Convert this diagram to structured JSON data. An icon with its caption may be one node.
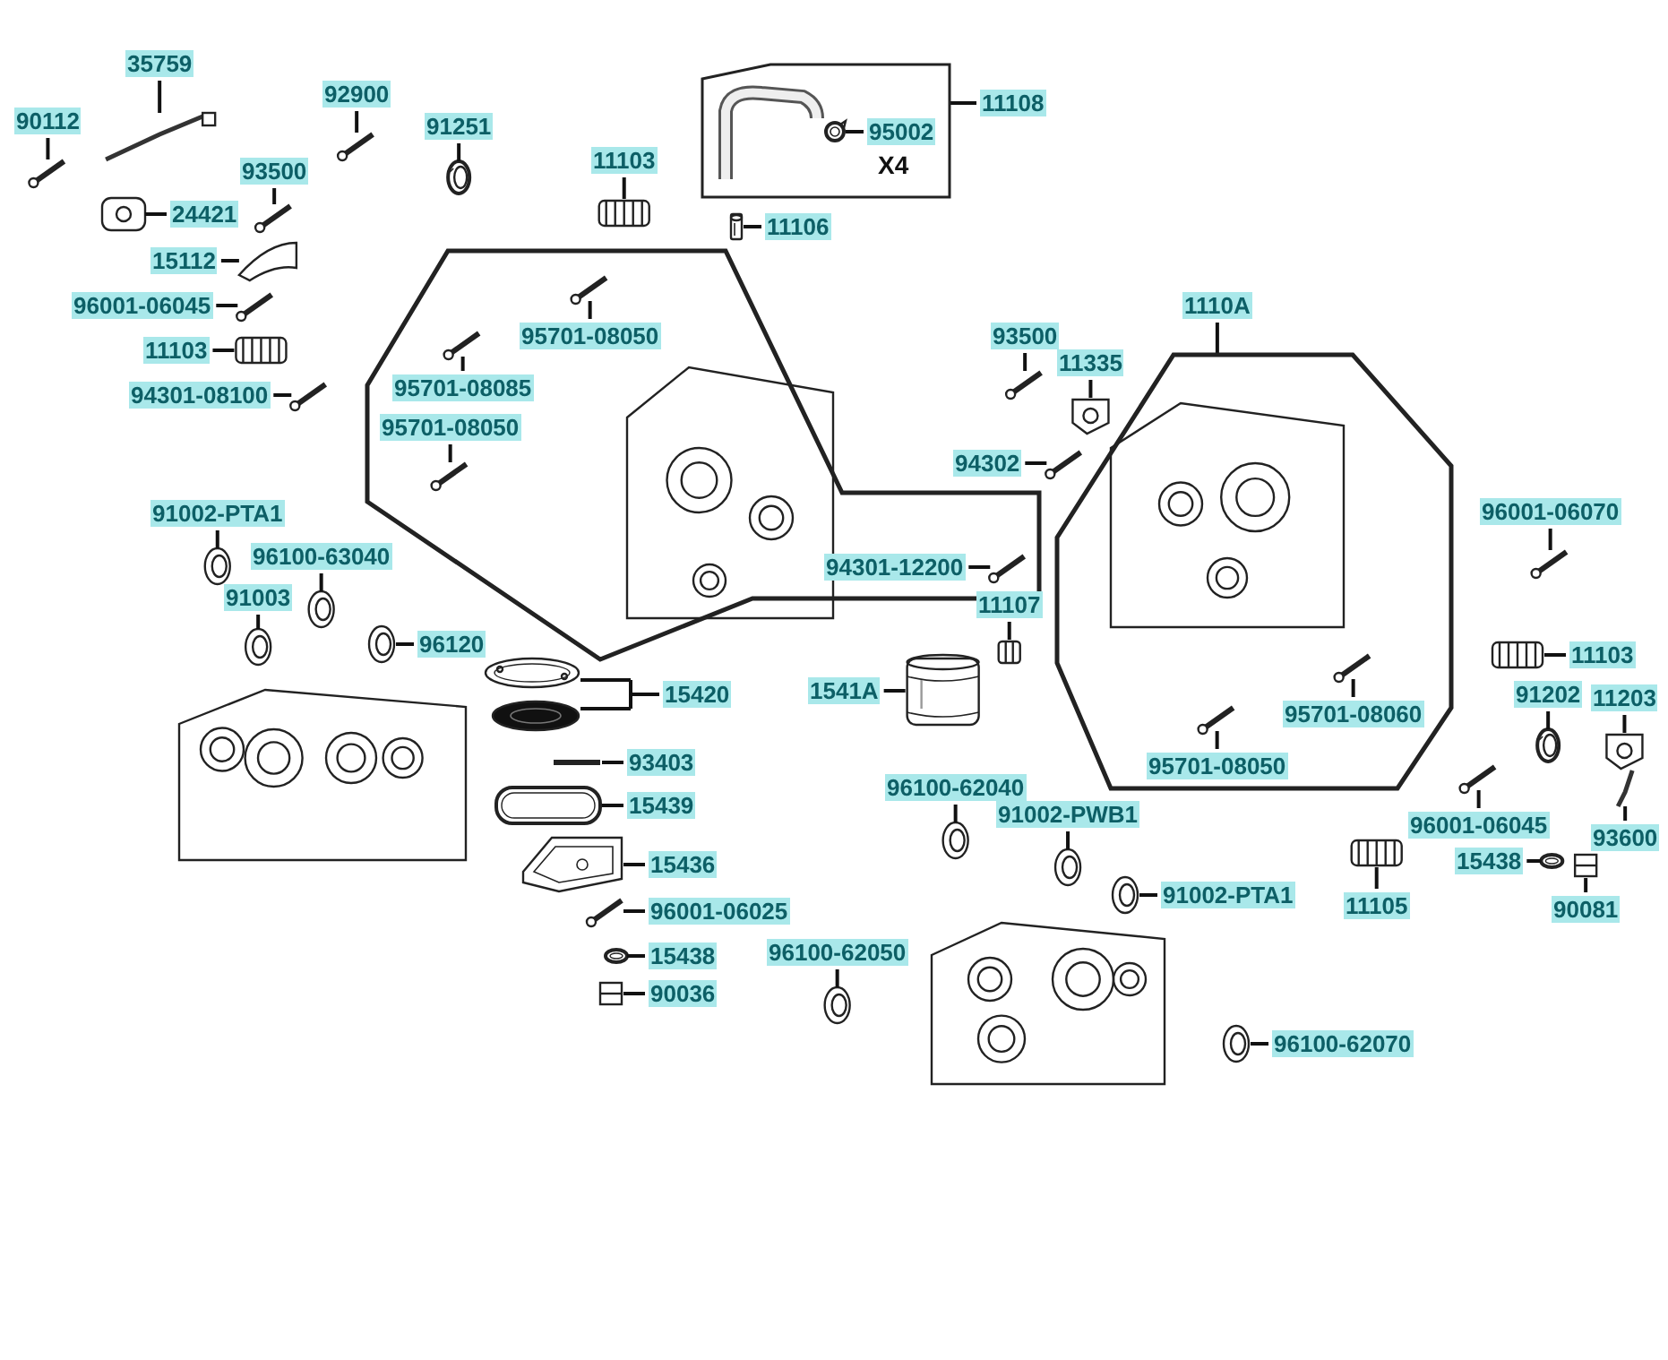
{
  "diagram": {
    "nodes": [
      {
        "text": [],
        "shape": "box"
      },
      {
        "text": [],
        "shape": "polygon"
      },
      {
        "text": [
          "35759"
        ]
      },
      {
        "text": [
          "90112"
        ]
      },
      {
        "text": [
          "92900"
        ]
      },
      {
        "text": [
          "91251"
        ]
      },
      {
        "text": [
          "93500"
        ]
      },
      {
        "text": [
          "24421"
        ]
      },
      {
        "text": [
          "15112"
        ]
      },
      {
        "text": [
          "96001-06045"
        ]
      },
      {
        "text": [
          "11103"
        ]
      },
      {
        "text": [
          "11106"
        ]
      },
      {
        "text": [
          "11108"
        ]
      },
      {
        "text": [
          "95002"
        ],
        "in": 0
      },
      {
        "text": [
          "11103"
        ]
      },
      {
        "text": [
          "94301-08100"
        ]
      },
      {
        "text": [
          "95701-08050"
        ],
        "in": 103
      },
      {
        "text": [
          "95701-08085"
        ],
        "in": 103
      },
      {
        "text": [
          "95701-08050"
        ],
        "in": 103
      },
      {
        "text": [
          "93500"
        ]
      },
      {
        "text": [
          "11335"
        ]
      },
      {
        "text": [
          "1110A"
        ]
      },
      {
        "text": [
          "94302"
        ]
      },
      {
        "text": [
          "94301-12200"
        ],
        "in": 103
      },
      {
        "text": [
          "96001-06070"
        ]
      },
      {
        "text": [
          "91002-PTA1"
        ]
      },
      {
        "text": [
          "96100-63040"
        ]
      },
      {
        "text": [
          "91003"
        ]
      },
      {
        "text": [
          "96120"
        ]
      },
      {
        "text": [
          "11107"
        ]
      },
      {
        "text": [
          "15420"
        ]
      },
      {
        "text": [
          "1541A"
        ]
      },
      {
        "text": [
          "11103"
        ]
      },
      {
        "text": [
          "91202"
        ]
      },
      {
        "text": [
          "11203"
        ]
      },
      {
        "text": [
          "95701-08060"
        ],
        "in": 1
      },
      {
        "text": [
          "93403"
        ]
      },
      {
        "text": [
          "95701-08050"
        ],
        "in": 1
      },
      {
        "text": [
          "15439"
        ]
      },
      {
        "text": [
          "96100-62040"
        ]
      },
      {
        "text": [
          "91002-PWB1"
        ]
      },
      {
        "text": [
          "15436"
        ]
      },
      {
        "text": [
          "96001-06045"
        ]
      },
      {
        "text": [
          "15438"
        ]
      },
      {
        "text": [
          "93600"
        ]
      },
      {
        "text": [
          "91002-PTA1"
        ]
      },
      {
        "text": [
          "90081"
        ]
      },
      {
        "text": [
          "11105"
        ]
      },
      {
        "text": [
          "96001-06025"
        ]
      },
      {
        "text": [
          "15438"
        ]
      },
      {
        "text": [
          "96100-62050"
        ]
      },
      {
        "text": [
          "90036"
        ]
      },
      {
        "text": [
          "96100-62070"
        ]
      },
      {
        "text": [],
        "shape": "picture"
      },
      {
        "text": [],
        "shape": "picture"
      },
      {
        "text": [],
        "shape": "picture"
      },
      {
        "text": [],
        "shape": "picture"
      },
      {
        "text": [],
        "shape": "picture"
      },
      {
        "text": [],
        "shape": "picture"
      },
      {
        "text": [],
        "shape": "picture"
      },
      {
        "text": [],
        "shape": "picture"
      },
      {
        "text": [],
        "shape": "picture"
      },
      {
        "text": [],
        "shape": "picture"
      },
      {
        "text": [],
        "shape": "picture",
        "in": 0
      },
      {
        "text": [],
        "shape": "picture"
      },
      {
        "text": [],
        "shape": "picture"
      },
      {
        "text": [],
        "shape": "picture",
        "in": 103
      },
      {
        "text": [],
        "shape": "picture",
        "in": 103
      },
      {
        "text": [],
        "shape": "picture",
        "in": 103
      },
      {
        "text": [],
        "shape": "picture"
      },
      {
        "text": [],
        "shape": "picture"
      },
      {
        "text": [],
        "shape": "picture"
      },
      {
        "text": [],
        "shape": "picture",
        "in": 103
      },
      {
        "text": [],
        "shape": "picture"
      },
      {
        "text": [],
        "shape": "picture"
      },
      {
        "text": [],
        "shape": "picture"
      },
      {
        "text": [],
        "shape": "picture"
      },
      {
        "text": [],
        "shape": "picture"
      },
      {
        "text": [],
        "shape": "picture"
      },
      {
        "text": [],
        "shape": "picture"
      },
      {
        "text": [],
        "shape": "picture"
      },
      {
        "text": [],
        "shape": "picture"
      },
      {
        "text": [],
        "shape": "picture"
      },
      {
        "text": [],
        "shape": "picture"
      },
      {
        "text": [],
        "shape": "picture"
      },
      {
        "text": [],
        "shape": "picture",
        "in": 1
      },
      {
        "text": [],
        "shape": "picture"
      },
      {
        "text": [],
        "shape": "picture",
        "in": 1
      },
      {
        "text": [],
        "shape": "picture"
      },
      {
        "text": [],
        "shape": "picture"
      },
      {
        "text": [],
        "shape": "picture"
      },
      {
        "text": [],
        "shape": "picture"
      },
      {
        "text": [],
        "shape": "picture"
      },
      {
        "text": [],
        "shape": "picture"
      },
      {
        "text": [],
        "shape": "picture"
      },
      {
        "text": [],
        "shape": "picture"
      },
      {
        "text": [],
        "shape": "picture"
      },
      {
        "text": [],
        "shape": "picture"
      },
      {
        "text": [],
        "shape": "picture"
      },
      {
        "text": [],
        "shape": "picture"
      },
      {
        "text": [],
        "shape": "picture"
      },
      {
        "text": [],
        "shape": "picture"
      },
      {
        "text": [],
        "shape": "picture"
      },
      {
        "text": [],
        "shape": "polygon"
      }
    ],
    "edges": [
      {
        "from": 2,
        "to": 53,
        "arrow": "none"
      },
      {
        "from": 3,
        "to": 54,
        "arrow": "none"
      },
      {
        "from": 4,
        "to": 55,
        "arrow": "none"
      },
      {
        "from": 5,
        "to": 56,
        "arrow": "none"
      },
      {
        "from": 6,
        "to": 57,
        "arrow": "none"
      },
      {
        "from": 7,
        "to": 58,
        "arrow": "none"
      },
      {
        "from": 8,
        "to": 59,
        "arrow": "none"
      },
      {
        "from": 9,
        "to": 60,
        "arrow": "none"
      },
      {
        "from": 10,
        "to": 61,
        "arrow": "none"
      },
      {
        "from": 11,
        "to": 62,
        "arrow": "none"
      },
      {
        "from": 12,
        "to": 0,
        "arrow": "none"
      },
      {
        "from": 13,
        "to": 63,
        "arrow": "none"
      },
      {
        "from": 14,
        "to": 64,
        "arrow": "none"
      },
      {
        "from": 15,
        "to": 65,
        "arrow": "none"
      },
      {
        "from": 16,
        "to": 66,
        "arrow": "none"
      },
      {
        "from": 17,
        "to": 67,
        "arrow": "none"
      },
      {
        "from": 18,
        "to": 68,
        "arrow": "none"
      },
      {
        "from": 19,
        "to": 69,
        "arrow": "none"
      },
      {
        "from": 20,
        "to": 70,
        "arrow": "none"
      },
      {
        "from": 21,
        "to": 1,
        "arrow": "none"
      },
      {
        "from": 22,
        "to": 71,
        "arrow": "none"
      },
      {
        "from": 23,
        "to": 72,
        "arrow": "none"
      },
      {
        "from": 24,
        "to": 73,
        "arrow": "none"
      },
      {
        "from": 25,
        "to": 74,
        "arrow": "none"
      },
      {
        "from": 26,
        "to": 75,
        "arrow": "none"
      },
      {
        "from": 27,
        "to": 76,
        "arrow": "none"
      },
      {
        "from": 28,
        "to": 77,
        "arrow": "none"
      },
      {
        "from": 29,
        "to": 78,
        "arrow": "none"
      },
      {
        "from": 30,
        "to": 79,
        "arrow": "none"
      },
      {
        "from": 30,
        "to": 80,
        "arrow": "none"
      },
      {
        "from": 31,
        "to": 81,
        "arrow": "none"
      },
      {
        "from": 32,
        "to": 82,
        "arrow": "none"
      },
      {
        "from": 33,
        "to": 83,
        "arrow": "none"
      },
      {
        "from": 34,
        "to": 84,
        "arrow": "none"
      },
      {
        "from": 35,
        "to": 85,
        "arrow": "none"
      },
      {
        "from": 36,
        "to": 86,
        "arrow": "none"
      },
      {
        "from": 37,
        "to": 87,
        "arrow": "none"
      },
      {
        "from": 38,
        "to": 88,
        "arrow": "none"
      },
      {
        "from": 39,
        "to": 89,
        "arrow": "none"
      },
      {
        "from": 40,
        "to": 90,
        "arrow": "none"
      },
      {
        "from": 41,
        "to": 91,
        "arrow": "none"
      },
      {
        "from": 42,
        "to": 92,
        "arrow": "none"
      },
      {
        "from": 43,
        "to": 93,
        "arrow": "none"
      },
      {
        "from": 44,
        "to": 94,
        "arrow": "none"
      },
      {
        "from": 45,
        "to": 95,
        "arrow": "none"
      },
      {
        "from": 46,
        "to": 96,
        "arrow": "none"
      },
      {
        "from": 47,
        "to": 97,
        "arrow": "none"
      },
      {
        "from": 48,
        "to": 98,
        "arrow": "none"
      },
      {
        "from": 49,
        "to": 99,
        "arrow": "none"
      },
      {
        "from": 50,
        "to": 100,
        "arrow": "none"
      },
      {
        "from": 51,
        "to": 101,
        "arrow": "none"
      },
      {
        "from": 52,
        "to": 102,
        "arrow": "none"
      }
    ],
    "labels": [
      "X4"
    ]
  }
}
